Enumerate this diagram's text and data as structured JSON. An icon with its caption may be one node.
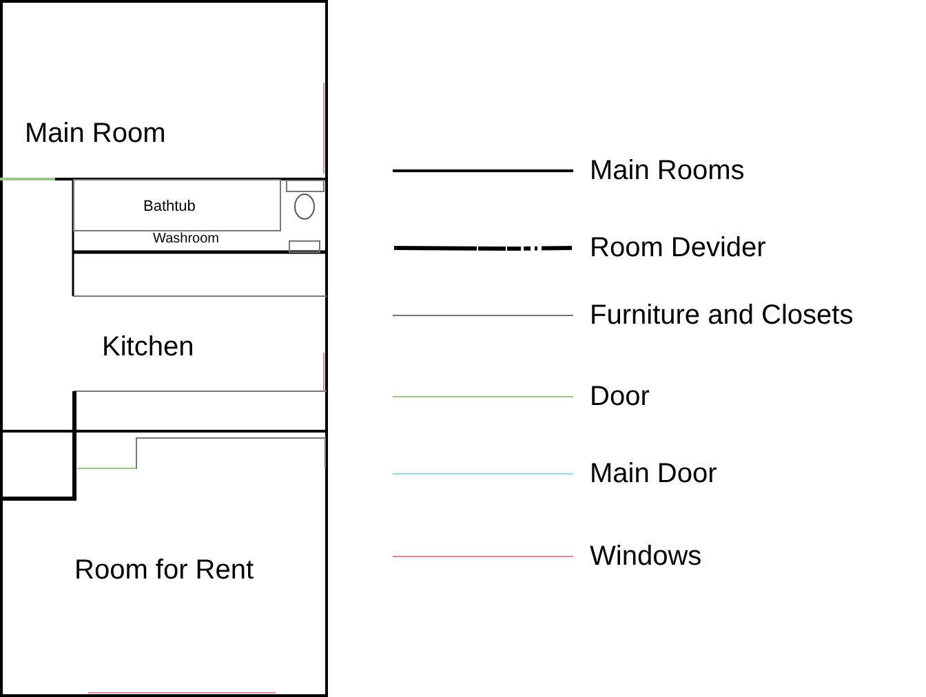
{
  "diagram": {
    "nodes": [
      {
        "text": [
          "Main Room"
        ]
      },
      {
        "text": [
          "Washroom"
        ]
      },
      {
        "text": [
          "Bathtub"
        ],
        "in": 1
      },
      {
        "text": [
          "Kitchen"
        ]
      },
      {
        "text": [
          "Room for Rent"
        ]
      }
    ],
    "legend": [
      {
        "text": "Main Rooms"
      },
      {
        "text": "Room Devider"
      },
      {
        "text": "Furniture and Closets"
      },
      {
        "text": "Door"
      },
      {
        "text": "Main Door"
      },
      {
        "text": "Windows"
      }
    ]
  }
}
